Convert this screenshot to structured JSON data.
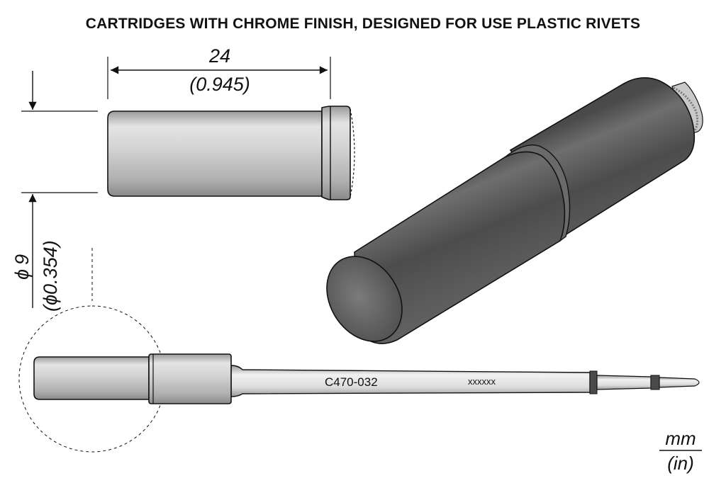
{
  "title": "CARTRIDGES WITH CHROME FINISH, DESIGNED FOR USE PLASTIC RIVETS",
  "length_dim": {
    "value": "24",
    "imperial": "(0.945)"
  },
  "diameter_dim": {
    "value": "9",
    "imperial": "0.354",
    "symbol": "ϕ"
  },
  "cartridge_code": "C470-032",
  "shaft_marking": "xxxxxx",
  "units": {
    "metric": "mm",
    "imperial": "(in)"
  },
  "colors": {
    "body_dark": "#5a5a5a",
    "body_light": "#d9d9d9",
    "line": "#111111"
  }
}
